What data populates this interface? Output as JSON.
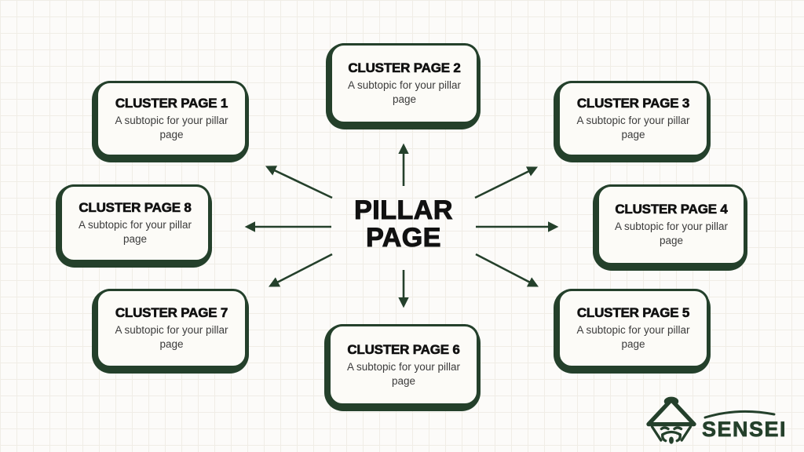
{
  "colors": {
    "accent_green": "#24402b",
    "background": "#fcfbf9",
    "grid_line": "#f0ede6",
    "heading_text": "#111111",
    "body_text": "#3b3b3b",
    "card_background": "#fcfbf7"
  },
  "center": {
    "title": "PILLAR PAGE"
  },
  "clusters": [
    {
      "title": "CLUSTER PAGE 1",
      "subtitle": "A subtopic for your pillar page"
    },
    {
      "title": "CLUSTER PAGE 2",
      "subtitle": "A subtopic for your pillar page"
    },
    {
      "title": "CLUSTER PAGE 3",
      "subtitle": "A subtopic for your pillar page"
    },
    {
      "title": "CLUSTER PAGE 4",
      "subtitle": "A subtopic for your pillar page"
    },
    {
      "title": "CLUSTER PAGE 5",
      "subtitle": "A subtopic for your pillar page"
    },
    {
      "title": "CLUSTER PAGE 6",
      "subtitle": "A subtopic for your pillar page"
    },
    {
      "title": "CLUSTER PAGE 7",
      "subtitle": "A subtopic for your pillar page"
    },
    {
      "title": "CLUSTER PAGE 8",
      "subtitle": "A subtopic for your pillar page"
    }
  ],
  "logo": {
    "brand": "SENSEI",
    "icon": "sensei-hat-face-icon"
  }
}
